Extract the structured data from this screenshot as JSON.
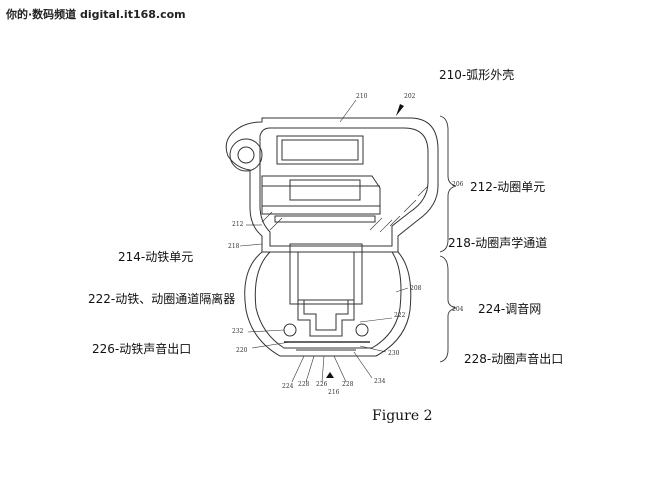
{
  "watermark": "你的·数码频道 digital.it168.com",
  "figure_caption": "Figure 2",
  "callouts": {
    "arc_shell": "210-弧形外壳",
    "dynamic_unit": "212-动圈单元",
    "dynamic_channel": "218-动圈声学通道",
    "ba_unit": "214-动铁单元",
    "separator": "222-动铁、动圈通道隔离器",
    "tuning_mesh": "224-调音网",
    "ba_outlet": "226-动铁声音出口",
    "dynamic_outlet": "228-动圈声音出口"
  },
  "ref_numerals": {
    "n210": "210",
    "n202": "202",
    "n206": "206",
    "n212": "212",
    "n218": "218",
    "n208": "208",
    "n204": "204",
    "n222": "222",
    "n232": "232",
    "n220": "220",
    "n230": "230",
    "n224": "224",
    "n228a": "228",
    "n226": "226",
    "n228b": "228",
    "n216": "216",
    "n234": "234"
  }
}
